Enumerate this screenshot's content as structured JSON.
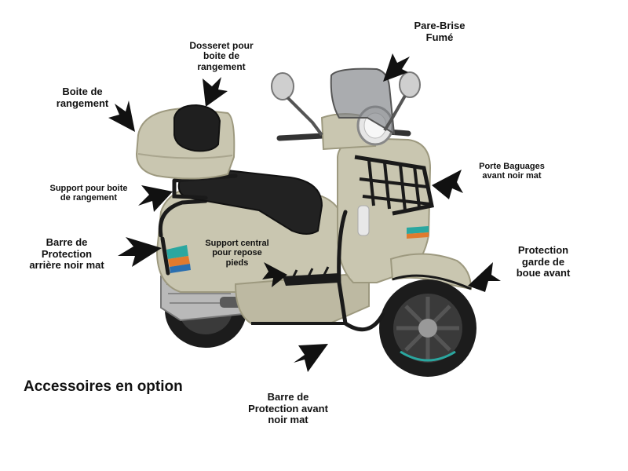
{
  "title": "Accessoires en option",
  "labels": {
    "pare_brise": "Pare-Brise\nFumé",
    "dosseret": "Dosseret pour\nboite de\nrangement",
    "boite": "Boite de\nrangement",
    "support_boite": "Support pour boite\nde rangement",
    "porte_bagages": "Porte Baguages\navant noir mat",
    "barre_arriere": "Barre de\nProtection\narrière noir mat",
    "support_central": "Support central\npour repose\npieds",
    "garde_boue": "Protection\ngarde de\nboue avant",
    "barre_avant": "Barre de\nProtection avant\nnoir mat"
  },
  "colors": {
    "body": "#c9c6b0",
    "body_shadow": "#a9a58e",
    "seat": "#222222",
    "metal_black": "#1a1a1a",
    "tire": "#1c1c1c",
    "chrome": "#c8c8c8",
    "accent_teal": "#2aa7a0",
    "accent_orange": "#e07a2e",
    "text": "#111111"
  }
}
